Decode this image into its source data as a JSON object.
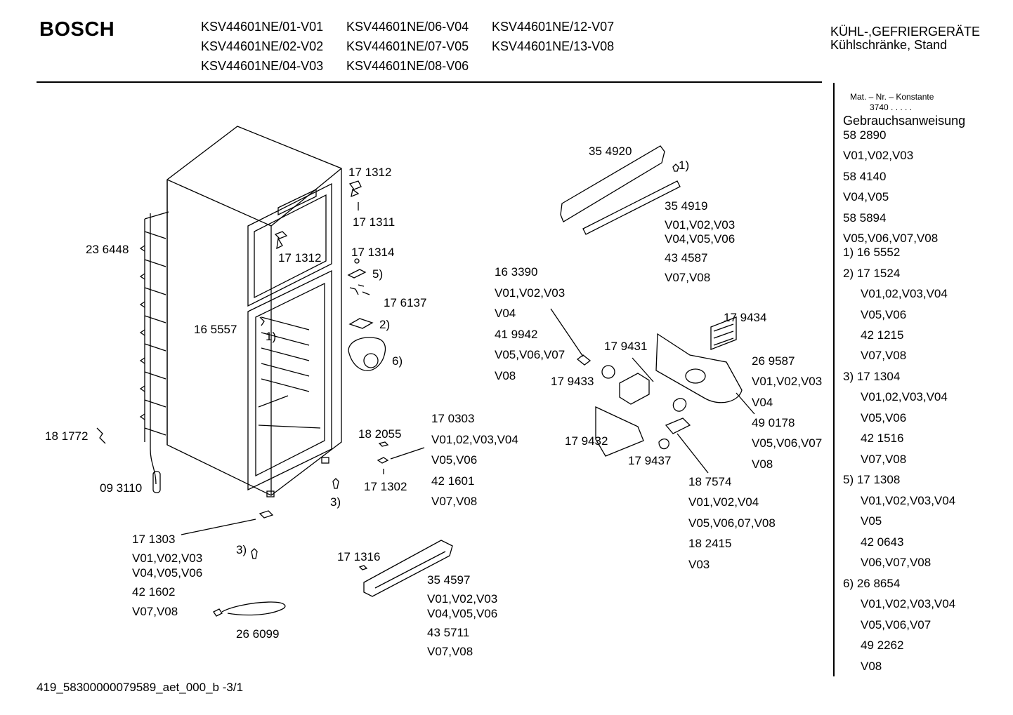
{
  "header": {
    "brand": "BOSCH",
    "models": [
      "KSV44601NE/01-V01",
      "KSV44601NE/06-V04",
      "KSV44601NE/12-V07",
      "KSV44601NE/02-V02",
      "KSV44601NE/07-V05",
      "KSV44601NE/13-V08",
      "KSV44601NE/04-V03",
      "KSV44601NE/08-V06"
    ],
    "category_line1": "KÜHL-,GEFRIERGERÄTE",
    "category_line2": "Kühlschränke, Stand"
  },
  "sidebar": {
    "mat_title": "Mat. – Nr. – Konstante",
    "mat_value": "3740  .   .   .   .  .",
    "manual_title": "Gebrauchsanweisung",
    "entries": [
      "58 2890",
      "V01,V02,V03",
      "58 4140",
      "V04,V05",
      "58 5894",
      "V05,V06,V07,V08",
      "1)  16 5552",
      "2)  17 1524",
      "V01,02,V03,V04",
      "V05,V06",
      "42 1215",
      "V07,V08",
      "3)  17 1304",
      "V01,02,V03,V04",
      "V05,V06",
      "42 1516",
      "V07,V08",
      "5)  17 1308",
      "V01,V02,V03,V04",
      "V05",
      "42 0643",
      "V06,V07,V08",
      "6)  26 8654",
      "V01,V02,V03,V04",
      "V05,V06,V07",
      "49 2262",
      "V08"
    ]
  },
  "labels": [
    "17 1312",
    "17 1311",
    "23 6448",
    "17 1312",
    "17 1314",
    "5)",
    "17 6137",
    "16 5557",
    "1)",
    "2)",
    "6)",
    "18 1772",
    "09 3110",
    "18 2055",
    "17 1302",
    "3)",
    "17 0303",
    "V01,02,V03,V04",
    "V05,V06",
    "42 1601",
    "V07,V08",
    "17 1303",
    "V01,V02,V03",
    "V04,V05,V06",
    "42 1602",
    "V07,V08",
    "3)",
    "26 6099",
    "17 1316",
    "35 4597",
    "V01,V02,V03",
    "V04,V05,V06",
    "43 5711",
    "V07,V08",
    "35 4920",
    "1)",
    "35 4919",
    "V01,V02,V03",
    "V04,V05,V06",
    "43 4587",
    "V07,V08",
    "16 3390",
    "V01,V02,V03",
    "V04",
    "41 9942",
    "V05,V06,V07",
    "V08",
    "17 9433",
    "17 9431",
    "17 9434",
    "26 9587",
    "V01,V02,V03",
    "V04",
    "49 0178",
    "V05,V06,V07",
    "V08",
    "17 9432",
    "17 9437",
    "18 7574",
    "V01,V02,V04",
    "V05,V06,07,V08",
    "18 2415",
    "V03"
  ],
  "footer": {
    "code": "419_58300000079589_aet_000_b",
    "page": "-3/1"
  }
}
